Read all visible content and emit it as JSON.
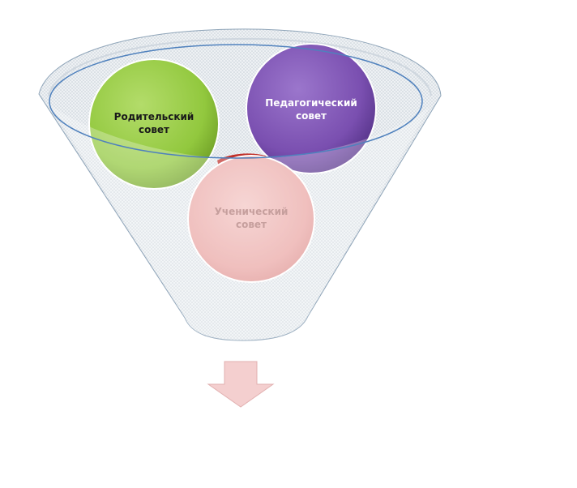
{
  "diagram": {
    "circles": [
      {
        "line1": "Родительский",
        "line2": "совет",
        "fill": "#92c83e",
        "text_color": "#1a1a1a"
      },
      {
        "line1": "Педагогический",
        "line2": "совет",
        "fill": "#7a4fb0",
        "text_color": "#ffffff"
      },
      {
        "line1": "Ученический",
        "line2": "совет",
        "fill": "#e07c7a",
        "text_color": "#b07a78"
      }
    ],
    "colors": {
      "funnel_fill": "#e4e8ec",
      "funnel_stroke": "#8ea4b8",
      "rim_stroke": "#4f81bd",
      "arrow_fill": "#f4cfcf",
      "arrow_stroke": "#e2b0b0",
      "dark_red": "#c0302a"
    },
    "icons": {
      "funnel": "funnel-icon",
      "arrow": "arrow-down-icon"
    }
  }
}
